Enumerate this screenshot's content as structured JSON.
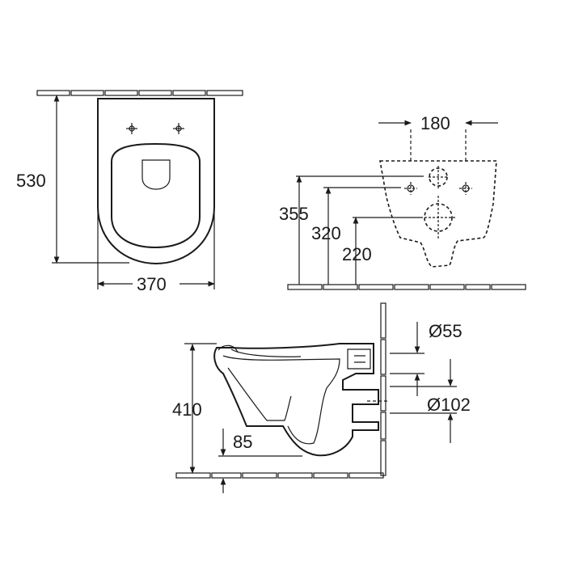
{
  "drawing": {
    "top_view": {
      "dim_length": "530",
      "dim_width": "370"
    },
    "front_view": {
      "dim_hole_spacing": "180",
      "dim_height_355": "355",
      "dim_height_320": "320",
      "dim_height_220": "220"
    },
    "side_view": {
      "dim_height": "410",
      "dim_floor_gap": "85",
      "dim_inlet": "Ø55",
      "dim_outlet": "Ø102"
    }
  }
}
